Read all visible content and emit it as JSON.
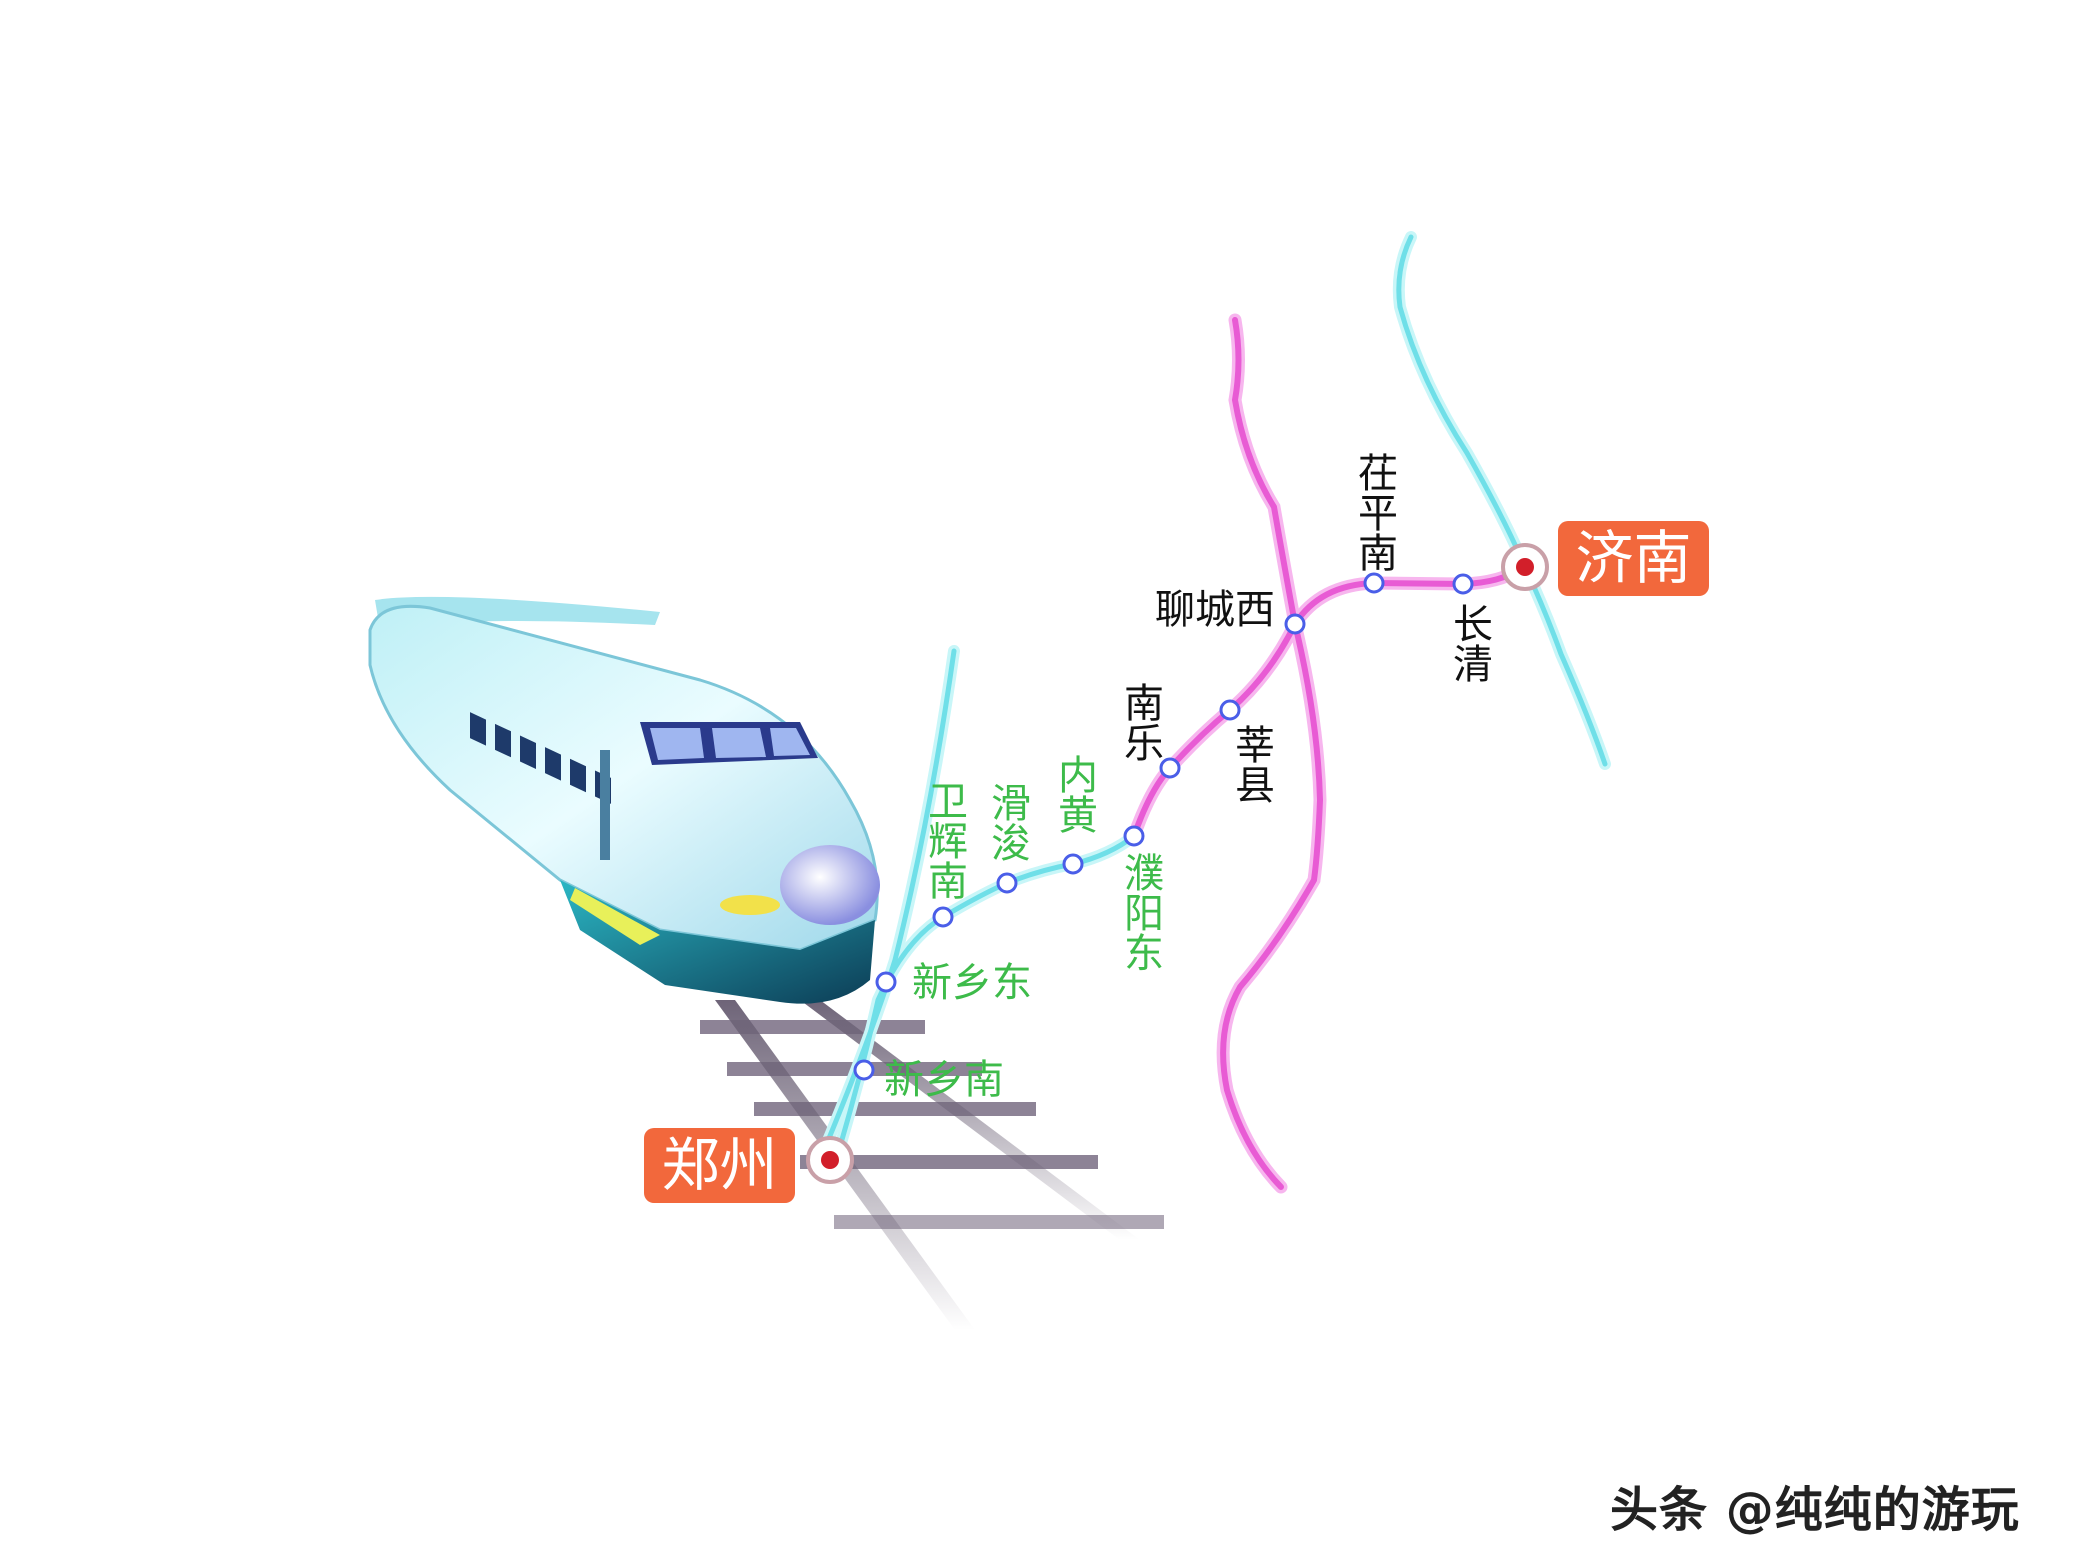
{
  "cities": {
    "start": "郑州",
    "end": "济南"
  },
  "stations_green": {
    "xinxiangnan": "新乡南",
    "xinxiangdong": "新乡东",
    "weihuinan": "卫辉南",
    "huajun": "滑浚",
    "neihuang": "内黄",
    "puyangdong": "濮阳东"
  },
  "stations_black": {
    "nanle": "南乐",
    "shenxian": "莘县",
    "liaochengxi": "聊城西",
    "chipingnan": "茌平南",
    "changqing": "长清"
  },
  "colors": {
    "cyan_line": "#7fe3ea",
    "pink_line": "#ee5bd6",
    "city_label": "#f2683c",
    "station_text_green": "#3dbb4a",
    "station_node": "#4a5ee8",
    "terminal_dot": "#d21f2a"
  },
  "watermark": "头条 @纯纯的游玩"
}
